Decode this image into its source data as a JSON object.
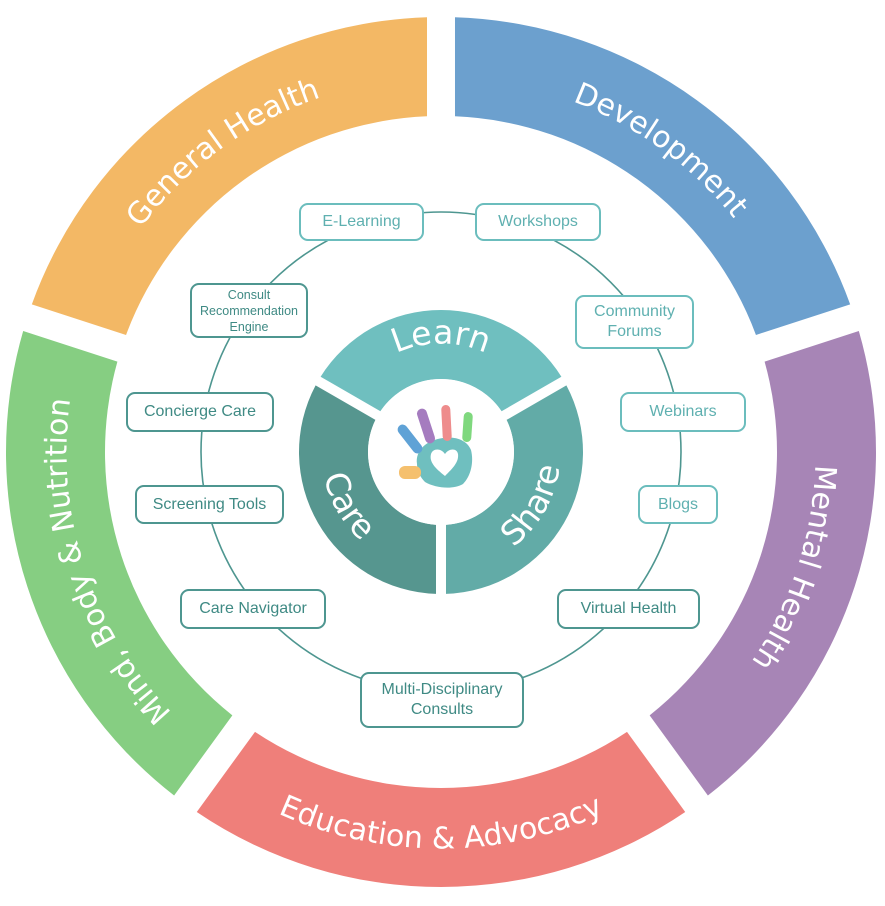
{
  "outer_ring": {
    "segments": [
      {
        "id": "general-health",
        "label": "General Health",
        "color": "#F3B865"
      },
      {
        "id": "development",
        "label": "Development",
        "color": "#6CA0CE"
      },
      {
        "id": "mental-health",
        "label": "Mental Health",
        "color": "#A785B6"
      },
      {
        "id": "education-advocacy",
        "label": "Education & Advocacy",
        "color": "#EF7F7A"
      },
      {
        "id": "mind-body-nutrition",
        "label": "Mind, Body & Nutrition",
        "color": "#86CE82"
      }
    ]
  },
  "core": {
    "segments": [
      {
        "id": "learn",
        "label": "Learn",
        "color": "#6FBFBF"
      },
      {
        "id": "share",
        "label": "Share",
        "color": "#62ABA7"
      },
      {
        "id": "care",
        "label": "Care",
        "color": "#56968F"
      }
    ],
    "logo": {
      "icon": "handprint-heart-icon",
      "palm_color": "#6FBFBF",
      "finger_colors": [
        "#F5C06E",
        "#5FA2D6",
        "#A57CBF",
        "#EE8C8C",
        "#7FD87E"
      ]
    }
  },
  "connector_color": "#4E9690",
  "nodes": [
    {
      "id": "e-learning",
      "label": "E-Learning",
      "tone": "light"
    },
    {
      "id": "workshops",
      "label": "Workshops",
      "tone": "light"
    },
    {
      "id": "consult-recommendation-engine",
      "label": "Consult\nRecommendation\nEngine",
      "tone": "dark"
    },
    {
      "id": "community-forums",
      "label": "Community\nForums",
      "tone": "light"
    },
    {
      "id": "concierge-care",
      "label": "Concierge Care",
      "tone": "dark"
    },
    {
      "id": "webinars",
      "label": "Webinars",
      "tone": "light"
    },
    {
      "id": "screening-tools",
      "label": "Screening Tools",
      "tone": "dark"
    },
    {
      "id": "blogs",
      "label": "Blogs",
      "tone": "light"
    },
    {
      "id": "care-navigator",
      "label": "Care Navigator",
      "tone": "dark"
    },
    {
      "id": "virtual-health",
      "label": "Virtual Health",
      "tone": "dark"
    },
    {
      "id": "multi-disciplinary-consults",
      "label": "Multi-Disciplinary\nConsults",
      "tone": "dark"
    }
  ]
}
